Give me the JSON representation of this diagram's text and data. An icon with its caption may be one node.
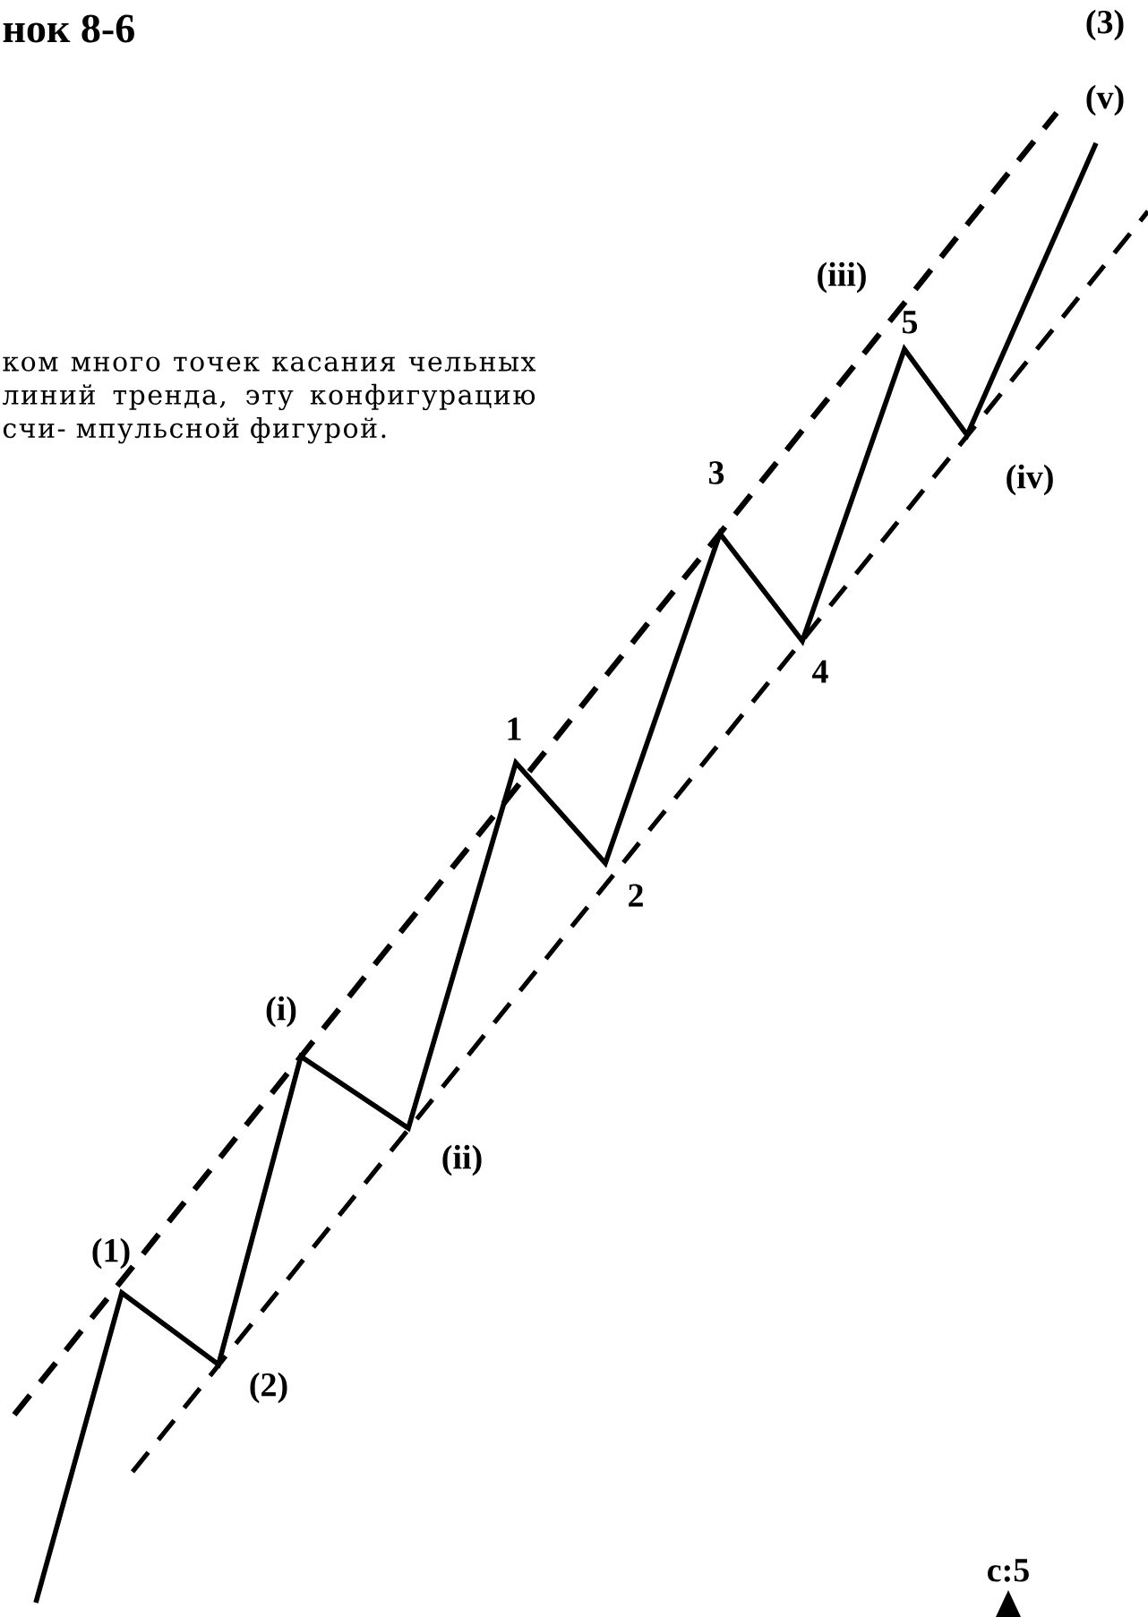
{
  "diagram": {
    "title": "нок 8-6",
    "labels": [
      "ком много точек касания чельных линий тренда, эту конфигурацию счи- мпульсной фигурой.",
      "(3)",
      "(v)",
      "(iii)",
      "5",
      "3",
      "(iv)",
      "4",
      "1",
      "2",
      "(i)",
      "(ii)",
      "(1)",
      "(2)",
      "c:5"
    ]
  }
}
